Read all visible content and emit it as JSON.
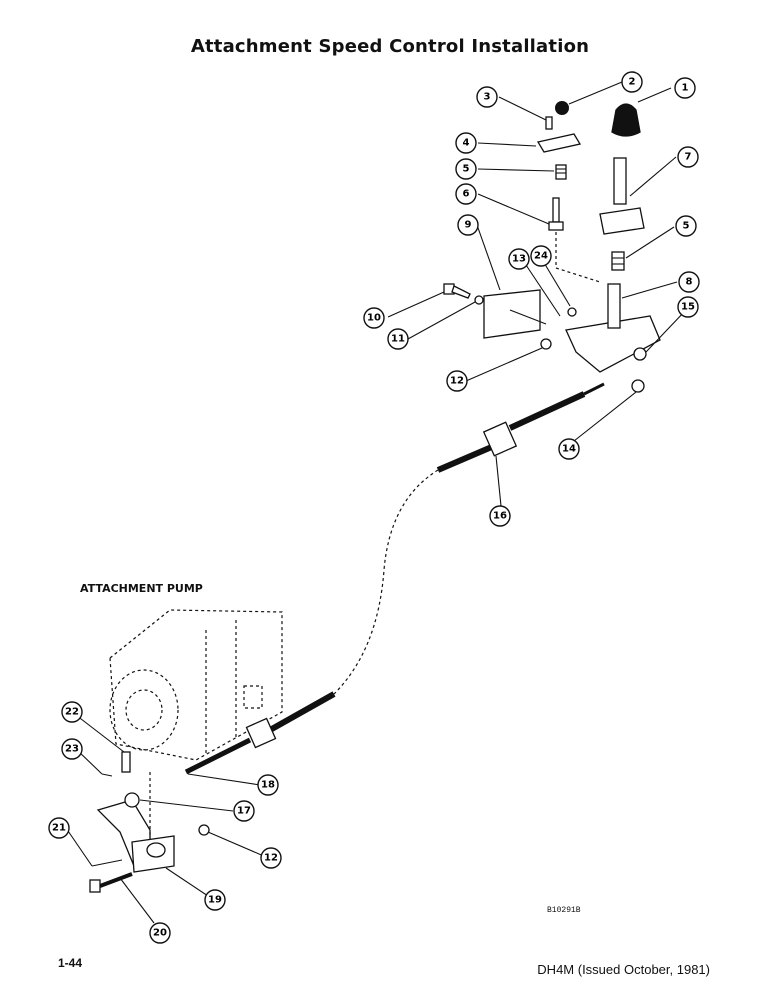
{
  "page": {
    "title": "Attachment Speed Control Installation",
    "pump_label": "ATTACHMENT PUMP",
    "drawing_number": "B10291B",
    "page_number": "1-44",
    "issue": "DH4M (Issued October, 1981)"
  },
  "callouts": [
    "1",
    "2",
    "3",
    "4",
    "5",
    "6",
    "7",
    "5",
    "8",
    "9",
    "24",
    "13",
    "15",
    "10",
    "11",
    "12",
    "14",
    "16",
    "22",
    "23",
    "18",
    "17",
    "12",
    "21",
    "19",
    "20"
  ]
}
